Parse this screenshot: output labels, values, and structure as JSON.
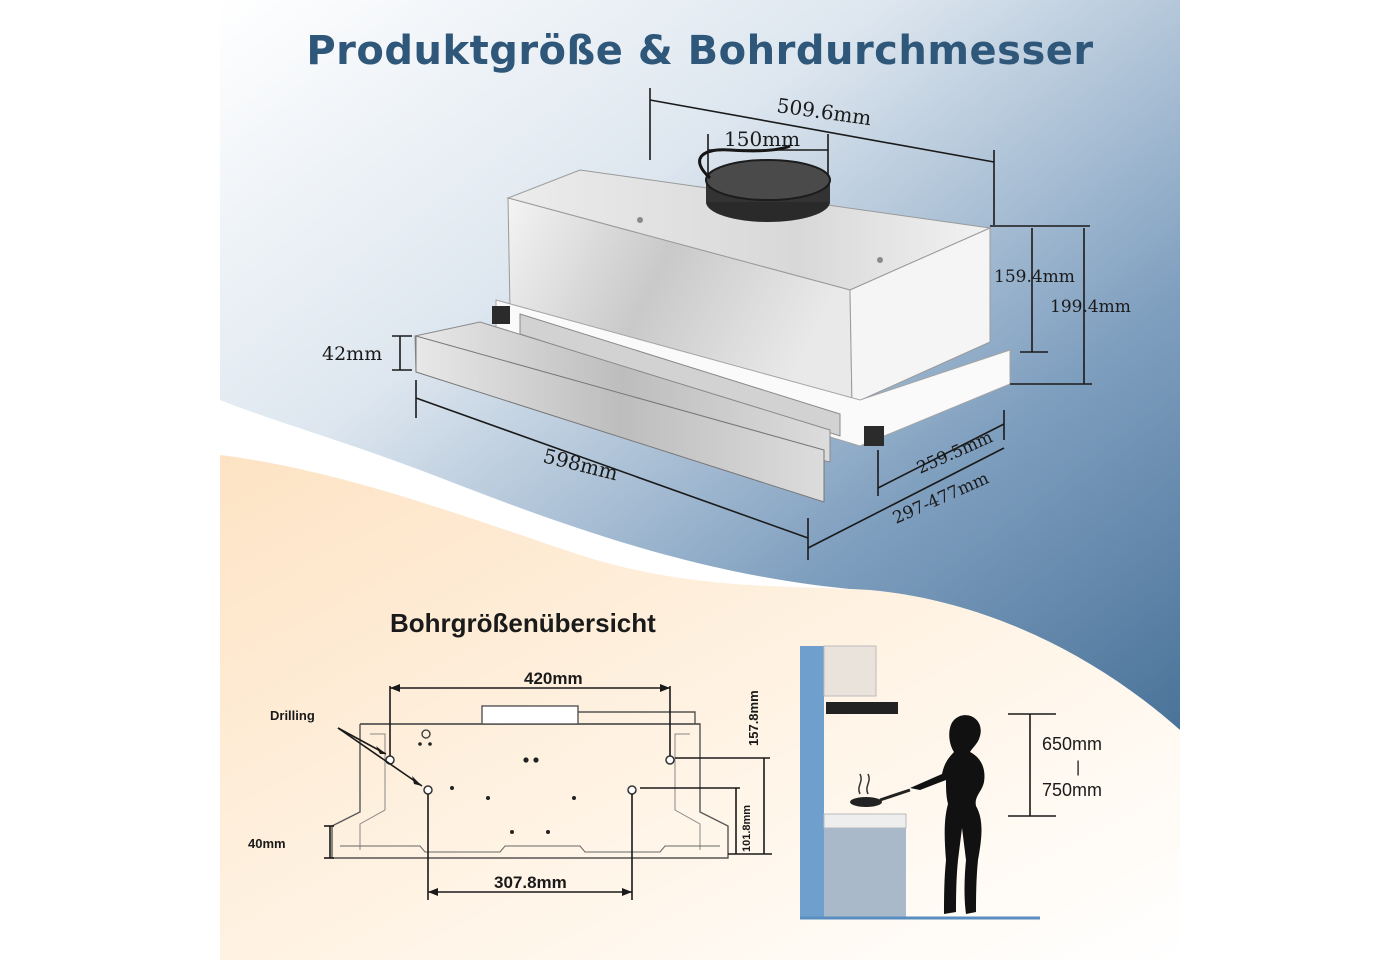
{
  "title": "Produktgröße & Bohrdurchmesser",
  "product": {
    "width_top": "509.6mm",
    "duct_diameter": "150mm",
    "height_inner": "159.4mm",
    "height_total": "199.4mm",
    "front_panel": "42mm",
    "width_front": "598mm",
    "depth": "259.5mm",
    "depth_extended": "297-477mm"
  },
  "drilling": {
    "section_title": "Bohrgrößenübersicht",
    "hole_spacing_top": "420mm",
    "hole_spacing_bottom": "307.8mm",
    "height_top_holes": "157.8mm",
    "height_bottom_holes": "101.8mm",
    "bottom_step": "40mm",
    "callout": "Drilling"
  },
  "installation": {
    "height_min": "650mm",
    "separator": "|",
    "height_max": "750mm"
  },
  "colors": {
    "title": "#2f5779",
    "blue_bg": "#4f7aa0",
    "cream_bg": "#fbe6c9"
  }
}
